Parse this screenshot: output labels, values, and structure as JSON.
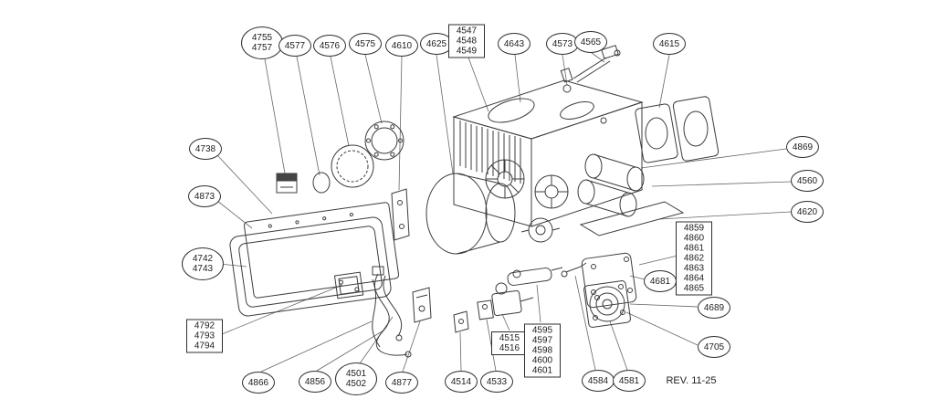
{
  "footer": {
    "revision": "REV. 11-25"
  },
  "callouts": {
    "c4755_4757": "4755\n4757",
    "c4577": "4577",
    "c4576": "4576",
    "c4575": "4575",
    "c4610": "4610",
    "c4625": "4625",
    "b4547_4549": "4547\n4548\n4549",
    "c4643": "4643",
    "c4573": "4573",
    "c4565": "4565",
    "c4615": "4615",
    "c4738": "4738",
    "c4873": "4873",
    "c4742_4743": "4742\n4743",
    "b4792_4794": "4792\n4793\n4794",
    "c4869": "4869",
    "c4560": "4560",
    "c4620": "4620",
    "b4859_4865": "4859\n4860\n4861\n4862\n4863\n4864\n4865",
    "c4681": "4681",
    "c4689": "4689",
    "c4705": "4705",
    "c4866": "4866",
    "c4856": "4856",
    "c4501_4502": "4501\n4502",
    "c4877": "4877",
    "c4514": "4514",
    "c4533": "4533",
    "b4515_4516": "4515\n4516",
    "b4595_4601": "4595\n4597\n4598\n4600\n4601",
    "c4584": "4584",
    "c4581": "4581"
  }
}
